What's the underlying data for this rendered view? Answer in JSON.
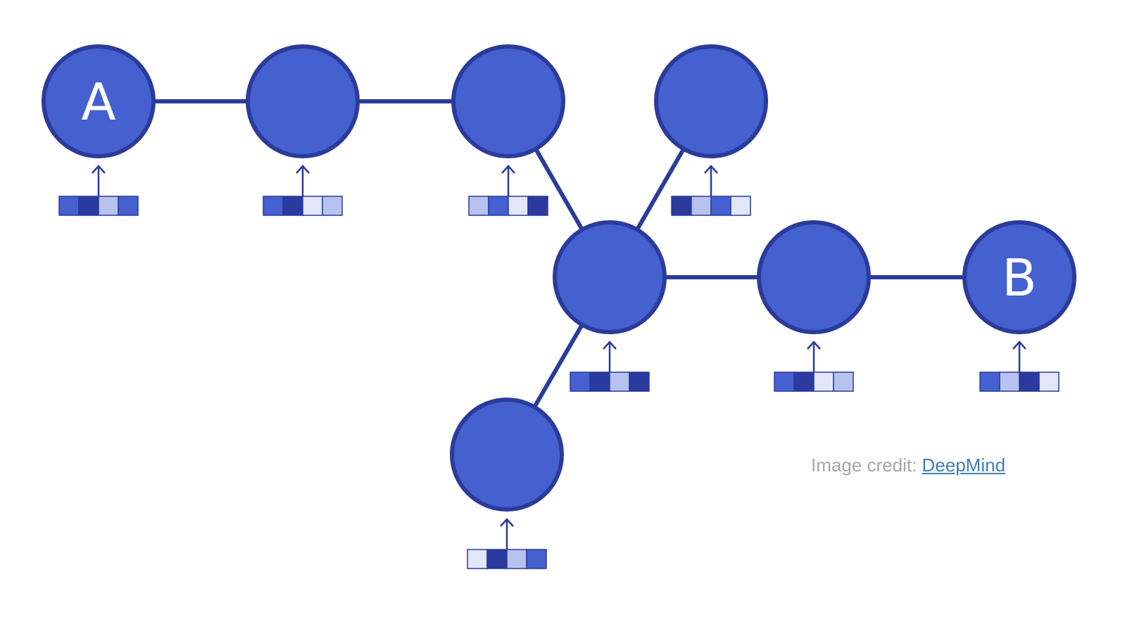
{
  "colors": {
    "node_fill": "#4560cf",
    "edge": "#2b3b9b",
    "link": "#3c7fb8",
    "credit_text": "#a6a6a6",
    "feature_shades": [
      "#4560cf",
      "#2a3a9e",
      "#b7c2ef",
      "#e1e6f8"
    ]
  },
  "nodes": [
    {
      "id": "n1",
      "label": "A",
      "features": [
        0,
        1,
        2,
        0
      ]
    },
    {
      "id": "n2",
      "label": "",
      "features": [
        0,
        1,
        3,
        2
      ]
    },
    {
      "id": "n3",
      "label": "",
      "features": [
        2,
        0,
        3,
        1
      ]
    },
    {
      "id": "n4",
      "label": "",
      "features": [
        1,
        2,
        0,
        3
      ]
    },
    {
      "id": "n5",
      "label": "",
      "features": [
        0,
        1,
        2,
        1
      ]
    },
    {
      "id": "n6",
      "label": "",
      "features": [
        0,
        1,
        3,
        2
      ]
    },
    {
      "id": "n7",
      "label": "B",
      "features": [
        0,
        2,
        1,
        3
      ]
    },
    {
      "id": "n8",
      "label": "",
      "features": [
        3,
        1,
        2,
        0
      ]
    }
  ],
  "edges": [
    [
      "n1",
      "n2"
    ],
    [
      "n2",
      "n3"
    ],
    [
      "n3",
      "n5"
    ],
    [
      "n4",
      "n5"
    ],
    [
      "n5",
      "n6"
    ],
    [
      "n6",
      "n7"
    ],
    [
      "n5",
      "n8"
    ]
  ],
  "credit": {
    "prefix": "Image credit: ",
    "link_text": "DeepMind"
  }
}
